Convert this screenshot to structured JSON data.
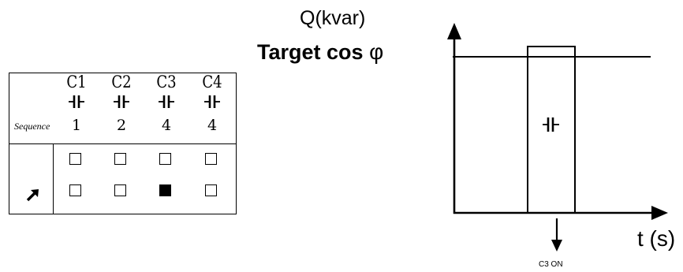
{
  "table": {
    "capacitors": [
      {
        "label": "C1",
        "sequence": "1",
        "states": [
          false,
          false
        ]
      },
      {
        "label": "C2",
        "sequence": "2",
        "states": [
          false,
          false
        ]
      },
      {
        "label": "C3",
        "sequence": "4",
        "states": [
          false,
          true
        ]
      },
      {
        "label": "C4",
        "sequence": "4",
        "states": [
          false,
          false
        ]
      }
    ],
    "sequence_label": "Sequence"
  },
  "chart": {
    "y_axis_label": "Q(kvar)",
    "target_label": "Target cos",
    "target_symbol": "φ",
    "x_axis_label": "t (s)",
    "event_label": "C3 ON"
  }
}
